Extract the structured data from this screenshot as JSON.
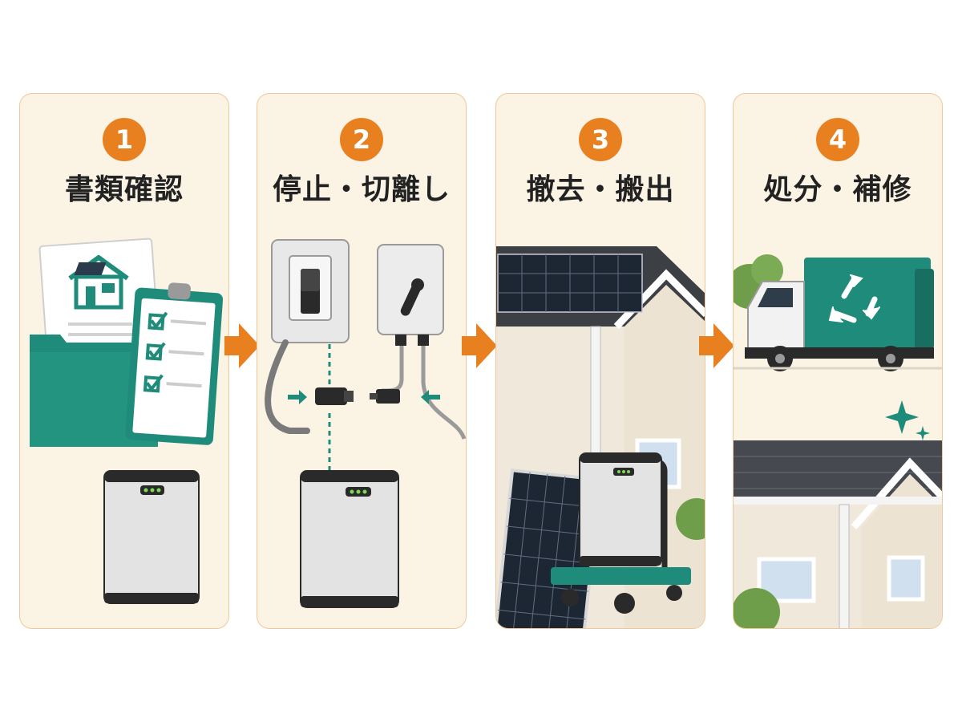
{
  "steps": [
    {
      "number": "1",
      "title": "書類確認"
    },
    {
      "number": "2",
      "title": "停止・切離し"
    },
    {
      "number": "3",
      "title": "撤去・搬出"
    },
    {
      "number": "4",
      "title": "処分・補修"
    }
  ],
  "colors": {
    "accent_orange": "#e9801f",
    "teal": "#1f8c7b",
    "panel_bg": "#fbf3e4",
    "panel_border": "#f0c898"
  },
  "icons": [
    "house-icon",
    "checklist-icon",
    "folder-icon",
    "battery-icon",
    "breaker-icon",
    "switch-box-icon",
    "connector-icon",
    "solar-panel-icon",
    "hand-truck-icon",
    "recycle-icon",
    "garbage-truck-icon",
    "sparkle-icon",
    "roof-icon"
  ]
}
